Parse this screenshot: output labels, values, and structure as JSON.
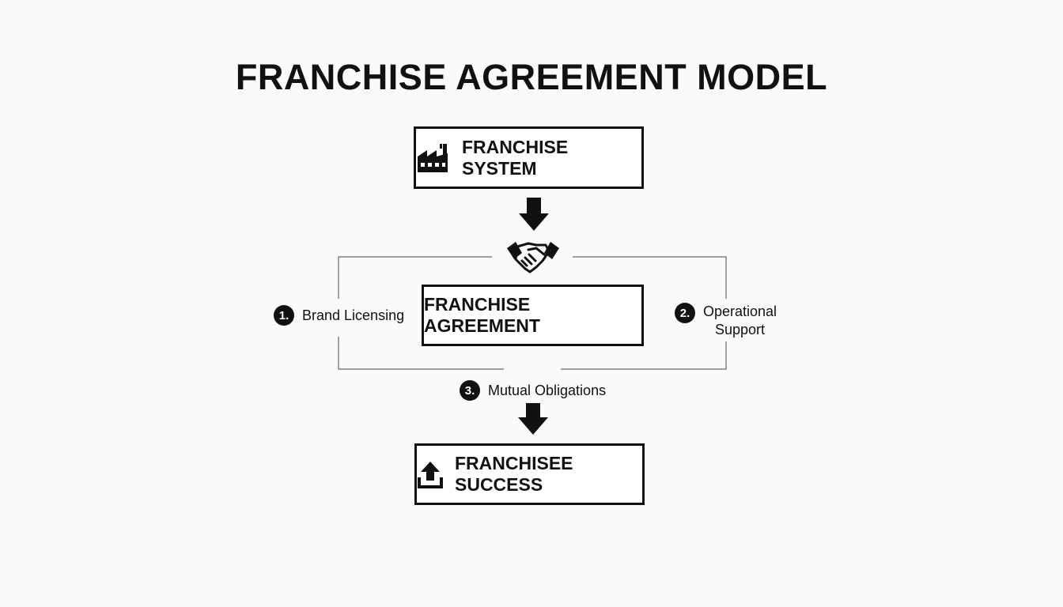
{
  "title": "FRANCHISE AGREEMENT MODEL",
  "nodes": {
    "system": {
      "label": "FRANCHISE SYSTEM",
      "icon": "factory-icon"
    },
    "agreement": {
      "label": "FRANCHISE AGREEMENT",
      "icon": "handshake-icon"
    },
    "success": {
      "label": "FRANCHISEE SUCCESS",
      "icon": "upload-arrow-icon"
    }
  },
  "components": [
    {
      "number": "1.",
      "label": "Brand Licensing"
    },
    {
      "number": "2.",
      "label_line1": "Operational",
      "label_line2": "Support"
    },
    {
      "number": "3.",
      "label": "Mutual Obligations"
    }
  ]
}
